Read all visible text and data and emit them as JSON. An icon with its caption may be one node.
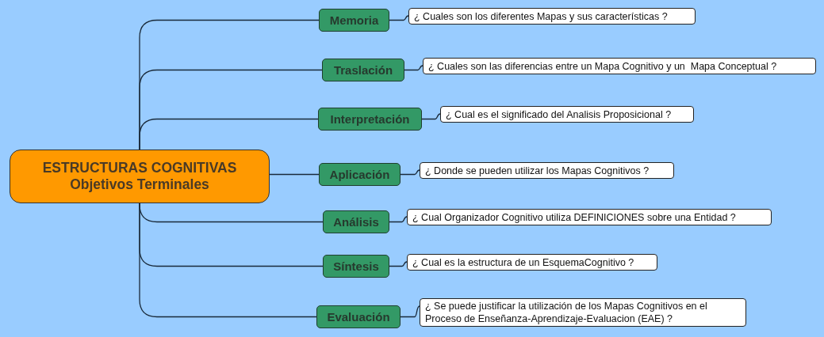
{
  "diagram": {
    "nodes": [
      {
        "text": [
          "ESTRUCTURAS COGNITIVAS",
          "Objetivos Terminales"
        ]
      },
      {
        "text": [
          "Memoria"
        ]
      },
      {
        "text": [
          "Traslación"
        ]
      },
      {
        "text": [
          "Interpretación"
        ]
      },
      {
        "text": [
          "Aplicación"
        ]
      },
      {
        "text": [
          "Análisis"
        ]
      },
      {
        "text": [
          "Síntesis"
        ]
      },
      {
        "text": [
          "Evaluación"
        ]
      },
      {
        "text": [
          "¿ Cuales son los diferentes Mapas y sus características ?"
        ]
      },
      {
        "text": [
          "¿ Cuales son las diferencias entre un Mapa Cognitivo y un  Mapa Conceptual ?"
        ]
      },
      {
        "text": [
          "¿ Cual es el significado del Analisis Proposicional ?"
        ]
      },
      {
        "text": [
          "¿ Donde se pueden utilizar los Mapas Cognitivos ?"
        ]
      },
      {
        "text": [
          "¿ Cual Organizador Cognitivo utiliza DEFINICIONES sobre una Entidad ?"
        ]
      },
      {
        "text": [
          "¿ Cual es la estructura de un EsquemaCognitivo ?"
        ]
      },
      {
        "text": [
          "¿ Se puede justificar la utilización de los Mapas Cognitivos en el Proceso de Enseñanza-Aprendizaje-Evaluacion (EAE) ?"
        ]
      }
    ],
    "edges": [
      {
        "from": 0,
        "to": 1,
        "arrow": "none"
      },
      {
        "from": 0,
        "to": 2,
        "arrow": "none"
      },
      {
        "from": 0,
        "to": 3,
        "arrow": "none"
      },
      {
        "from": 0,
        "to": 4,
        "arrow": "none"
      },
      {
        "from": 0,
        "to": 5,
        "arrow": "none"
      },
      {
        "from": 0,
        "to": 6,
        "arrow": "none"
      },
      {
        "from": 0,
        "to": 7,
        "arrow": "none"
      },
      {
        "from": 1,
        "to": 8,
        "arrow": "none"
      },
      {
        "from": 2,
        "to": 9,
        "arrow": "none"
      },
      {
        "from": 3,
        "to": 10,
        "arrow": "none"
      },
      {
        "from": 4,
        "to": 11,
        "arrow": "none"
      },
      {
        "from": 5,
        "to": 12,
        "arrow": "none"
      },
      {
        "from": 6,
        "to": 13,
        "arrow": "none"
      },
      {
        "from": 7,
        "to": 14,
        "arrow": "none"
      }
    ]
  }
}
